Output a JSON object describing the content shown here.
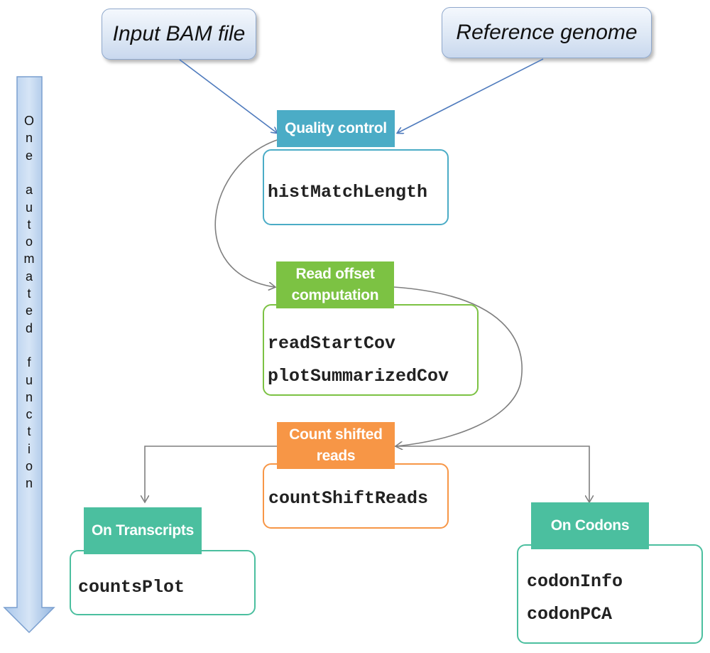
{
  "inputs": {
    "bam": "Input BAM file",
    "genome": "Reference genome"
  },
  "stages": {
    "qc": {
      "title": "Quality control",
      "functions": [
        "histMatchLength"
      ],
      "color": "#4bacc6"
    },
    "offset": {
      "title_lines": [
        "Read offset",
        "computation"
      ],
      "functions": [
        "readStartCov",
        "plotSummarizedCov"
      ],
      "color": "#7cc243"
    },
    "count": {
      "title_lines": [
        "Count shifted",
        "reads"
      ],
      "functions": [
        "countShiftReads"
      ],
      "color": "#f79646"
    },
    "transcripts": {
      "title": "On Transcripts",
      "functions": [
        "countsPlot"
      ],
      "color": "#4bbf9f"
    },
    "codons": {
      "title": "On Codons",
      "functions": [
        "codonInfo",
        "codonPCA"
      ],
      "color": "#4bbf9f"
    }
  },
  "timeline": {
    "label_words": [
      "One",
      "automated",
      "function"
    ],
    "color": "#8eb4e3"
  }
}
